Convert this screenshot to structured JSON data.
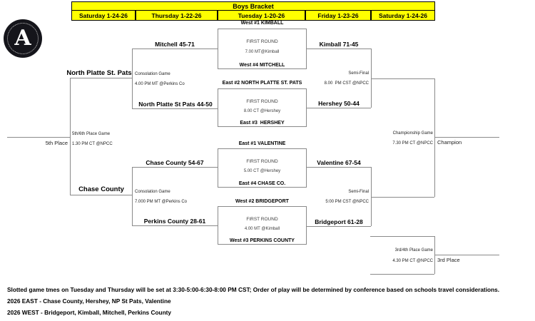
{
  "header": {
    "title": "Boys Bracket",
    "columns": [
      "Saturday 1-24-26",
      "Thursday 1-22-26",
      "Tuesday 1-20-26",
      "Friday 1-23-26",
      "Saturday 1-24-26"
    ]
  },
  "logo": {
    "letter": "A"
  },
  "first_round": [
    {
      "top_seed": "West #1 KIMBALL",
      "round_label": "FIRST ROUND",
      "time": "7.00 MT@Kimball",
      "bottom_seed": "West #4 MITCHELL"
    },
    {
      "top_seed": "East #2 NORTH PLATTE ST. PATS",
      "round_label": "FIRST ROUND",
      "time": "8.00 CT @Hershey",
      "bottom_seed": "East #3  HERSHEY"
    },
    {
      "top_seed": "East #1 VALENTINE",
      "round_label": "FIRST ROUND",
      "time": "5.00 CT @Hershey",
      "bottom_seed": "East #4 CHASE CO."
    },
    {
      "top_seed": "West #2 BRIDGEPORT",
      "round_label": "FIRST ROUND",
      "time": "4.00 MT @Kimball",
      "bottom_seed": "West #3 PERKINS COUNTY"
    }
  ],
  "results": {
    "mitchell": "Mitchell 45-71",
    "np_st_pats": "North Platte St Pats 44-50",
    "chase": "Chase County 54-67",
    "perkins": "Perkins County 28-61",
    "kimball": "Kimball 71-45",
    "hershey": "Hershey 50-44",
    "valentine": "Valentine 67-54",
    "bridgeport": "Bridgeport 61-28"
  },
  "consolation": {
    "game1": {
      "label": "Consolation Game",
      "time": "4.00 PM MT @Perkins Co",
      "winner": "North Platte St. Pats"
    },
    "game2": {
      "label": "Consolation Game",
      "time": "7.000 PM MT @Perkins Co",
      "winner": "Chase County"
    }
  },
  "fifth_place": {
    "label": "5th/6th Place Game",
    "time": "1.30 PM CT @NPCC",
    "place_label": "5th Place"
  },
  "semifinals": {
    "game1": {
      "label": "Semi-Final",
      "time": "8.00  PM CST @NPCC"
    },
    "game2": {
      "label": "Semi-Final",
      "time": "5:00 PM CST @NPCC"
    }
  },
  "championship": {
    "label": "Championship Game",
    "time": "7.30 PM CT @NPCC",
    "place_label": "Champion"
  },
  "third_place": {
    "label": "3rd/4th Place Game",
    "time": "4.30 PM CT @NPCC",
    "place_label": "3rd Place"
  },
  "footer": {
    "line1": "Slotted game tmes on Tuesday and Thursday will be set at 3:30-5:00-6:30-8:00 PM CST; Order of play will be determined by conference based on schools travel considerations.",
    "line2": "2026 EAST - Chase County, Hershey, NP St Pats, Valentine",
    "line3": "2026 WEST - Bridgeport, Kimball, Mitchell, Perkins County"
  }
}
